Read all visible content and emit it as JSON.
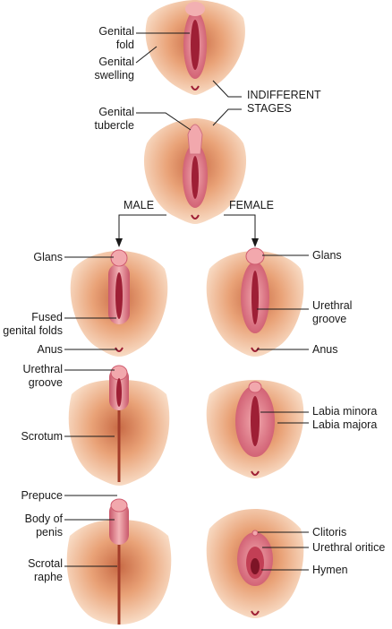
{
  "stages": {
    "indifferent_1": {
      "labels": {
        "genital_fold": "Genital\nfold",
        "genital_swelling": "Genital\nswelling"
      }
    },
    "indifferent_2": {
      "labels": {
        "genital_tubercle": "Genital\ntubercle"
      }
    },
    "bracket_label": "INDIFFERENT\nSTAGES"
  },
  "branches": {
    "male": "MALE",
    "female": "FEMALE"
  },
  "male": {
    "stage1": {
      "glans": "Glans",
      "fused_folds": "Fused\ngenital folds",
      "anus": "Anus"
    },
    "stage2": {
      "urethral_groove": "Urethral\ngroove",
      "scrotum": "Scrotum"
    },
    "stage3": {
      "prepuce": "Prepuce",
      "body_of_penis": "Body of\npenis",
      "scrotal_raphe": "Scrotal\nraphe"
    }
  },
  "female": {
    "stage1": {
      "glans": "Glans",
      "urethral_groove": "Urethral\ngroove",
      "anus": "Anus"
    },
    "stage2": {
      "labia_minora": "Labia minora",
      "labia_majora": "Labia majora"
    },
    "stage3": {
      "clitoris": "Clitoris",
      "urethral_orifice": "Urethral oritice",
      "hymen": "Hymen"
    }
  },
  "colors": {
    "skin_outer": "#f7d3b4",
    "skin_mid": "#e9a277",
    "skin_deep": "#c86a45",
    "fold": "#d9667a",
    "fold_light": "#f2a8ad",
    "groove": "#9e1f35",
    "line": "#1a1a1a"
  }
}
